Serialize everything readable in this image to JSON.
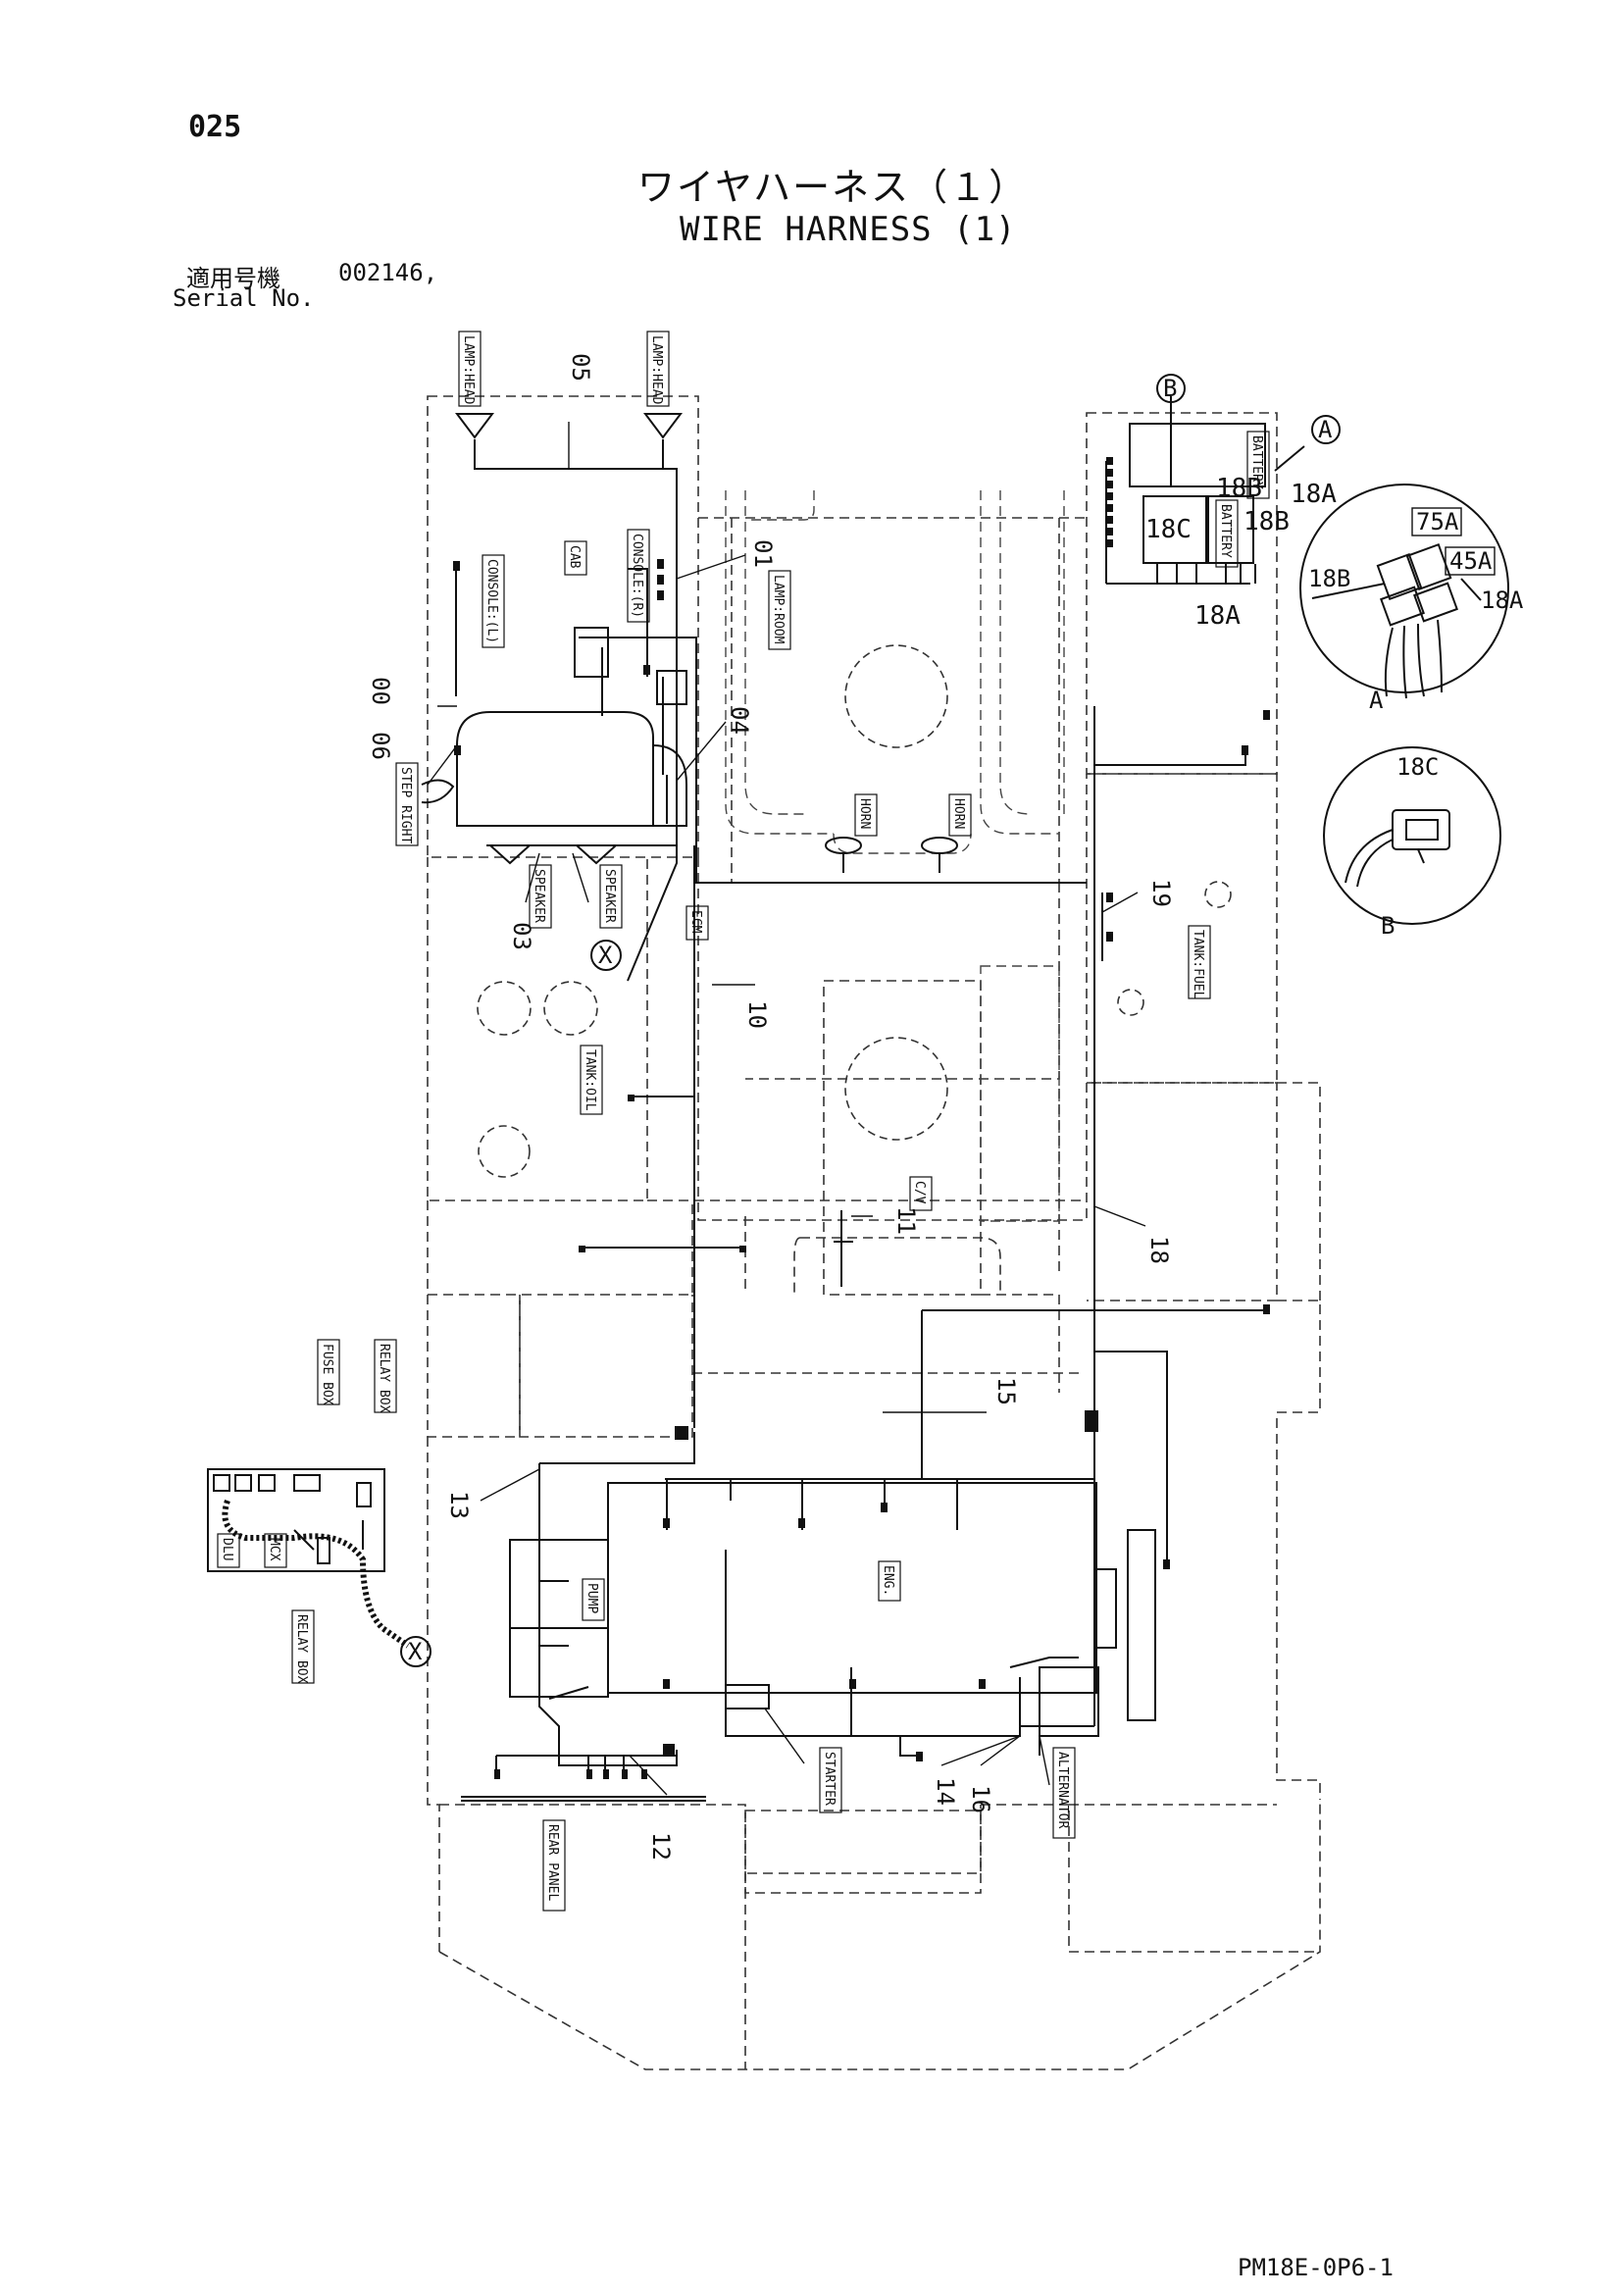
{
  "header": {
    "page_number": "025",
    "title_ja": "ワイヤハーネス（１）",
    "title_en": "WIRE HARNESS (1)",
    "serial_label_ja": "適用号機",
    "serial_value": "002146,",
    "serial_label_en": "Serial No."
  },
  "footer": {
    "doc_code": "PM18E-0P6-1"
  },
  "labels": {
    "lamp_head": "LAMP:HEAD",
    "cab": "CAB",
    "console_r": "CONSOLE:(R)",
    "console_l": "CONSOLE:(L)",
    "lamp_room": "LAMP:ROOM",
    "step_right": "STEP RIGHT",
    "speaker": "SPEAKER",
    "ecm": "ECM",
    "horn": "HORN",
    "tank_oil": "TANK:OIL",
    "tank_fuel": "TANK:FUEL",
    "cv": "C/V",
    "fuse_box": "FUSE BOX",
    "relay_box": "RELAY BOX",
    "dlu": "DLU",
    "mcx": "MCX",
    "eng": "ENG.",
    "pump": "PUMP",
    "starter": "STARTER",
    "alternator": "ALTERNATOR",
    "rear_panel": "REAR PANEL",
    "battery": "BATTERY"
  },
  "parts": {
    "p00": "00",
    "p01": "01",
    "p03": "03",
    "p04": "04",
    "p05": "05",
    "p06": "06",
    "p10": "10",
    "p11": "11",
    "p12": "12",
    "p13": "13",
    "p14": "14",
    "p15": "15",
    "p16": "16",
    "p18": "18",
    "p19": "19",
    "p18a": "18A",
    "p18b": "18B",
    "p18c": "18C",
    "p75a": "75A",
    "p45a": "45A"
  },
  "callouts": {
    "a": "A",
    "b": "B",
    "x": "X"
  }
}
